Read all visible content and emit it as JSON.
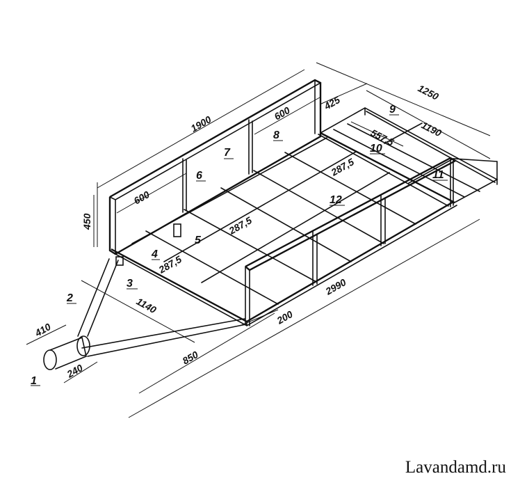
{
  "dimensions": {
    "d1900": "1900",
    "d600_top": "600",
    "d425": "425",
    "d1250": "1250",
    "d1190": "1190",
    "d557_5": "557,5",
    "d287_5_right": "287,5",
    "d600_left": "600",
    "d450": "450",
    "d287_5_mid": "287,5",
    "d287_5_front": "287,5",
    "d1140": "1140",
    "d850": "850",
    "d200": "200",
    "d2990": "2990",
    "d410": "410",
    "d240": "240"
  },
  "parts": {
    "p1": "1",
    "p2": "2",
    "p3": "3",
    "p4": "4",
    "p5": "5",
    "p6": "6",
    "p7": "7",
    "p8": "8",
    "p9": "9",
    "p10": "10",
    "p11": "11",
    "p12": "12"
  },
  "watermark": "Lavandamd.ru"
}
